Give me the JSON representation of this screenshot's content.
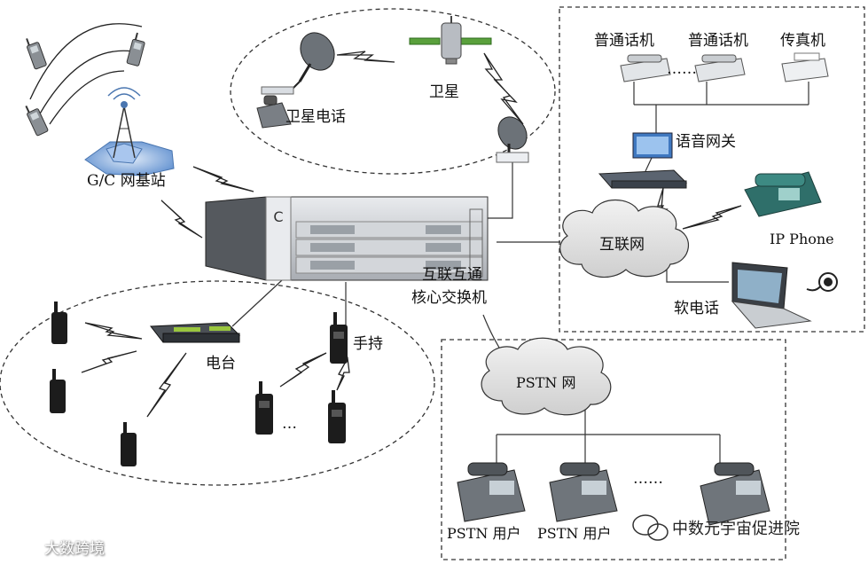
{
  "labels": {
    "phone_normal_1": "普通话机",
    "phone_normal_2": "普通话机",
    "fax": "传真机",
    "ellipsis_top": "……",
    "voice_gateway": "语音网关",
    "internet": "互联网",
    "ip_phone": "IP Phone",
    "softphone": "软电话",
    "satellite": "卫星",
    "satellite_phone": "卫星电话",
    "base_station": "G/C 网基站",
    "core_switch_line1": "互联互通",
    "core_switch_line2": "核心交换机",
    "radio_station": "电台",
    "handheld": "手持",
    "ellipsis_radio": "…",
    "pstn_network": "PSTN 网",
    "pstn_user_1": "PSTN 用户",
    "pstn_user_2": "PSTN 用户",
    "ellipsis_pstn": "……"
  },
  "watermarks": {
    "left": "大数跨境",
    "right": "中数元宇宙促进院"
  },
  "colors": {
    "dashed_line": "#333333",
    "cloud_fill": "#e6e6e6",
    "device_dark": "#2b2b2b",
    "switch_body": "#c9ccd0",
    "base_station_blue": "#6b9bd6"
  },
  "icons": {
    "satellite": "satellite-icon",
    "dish": "satellite-dish-icon",
    "cloud": "cloud-icon",
    "desk_phone": "desk-phone-icon",
    "fax": "fax-machine-icon",
    "gateway": "voice-gateway-icon",
    "router": "router-icon",
    "laptop": "laptop-icon",
    "headset": "headset-icon",
    "walkie_talkie": "walkie-talkie-icon",
    "radio": "radio-station-icon",
    "cell_tower": "cell-tower-icon",
    "mobile_phone": "mobile-phone-icon",
    "wechat": "wechat-icon"
  }
}
